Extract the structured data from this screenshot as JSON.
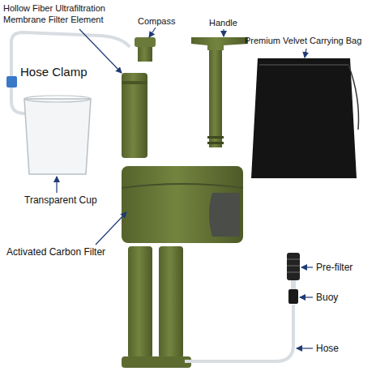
{
  "diagram": {
    "labels": [
      "Hollow Fiber Ultrafiltration Membrane Filter Element",
      "Compass",
      "Handle",
      "Premium Velvet Carrying Bag",
      "Hose Clamp",
      "Transparent Cup",
      "Activated Carbon Filter",
      "Pre-filter",
      "Buoy",
      "Hose"
    ]
  }
}
